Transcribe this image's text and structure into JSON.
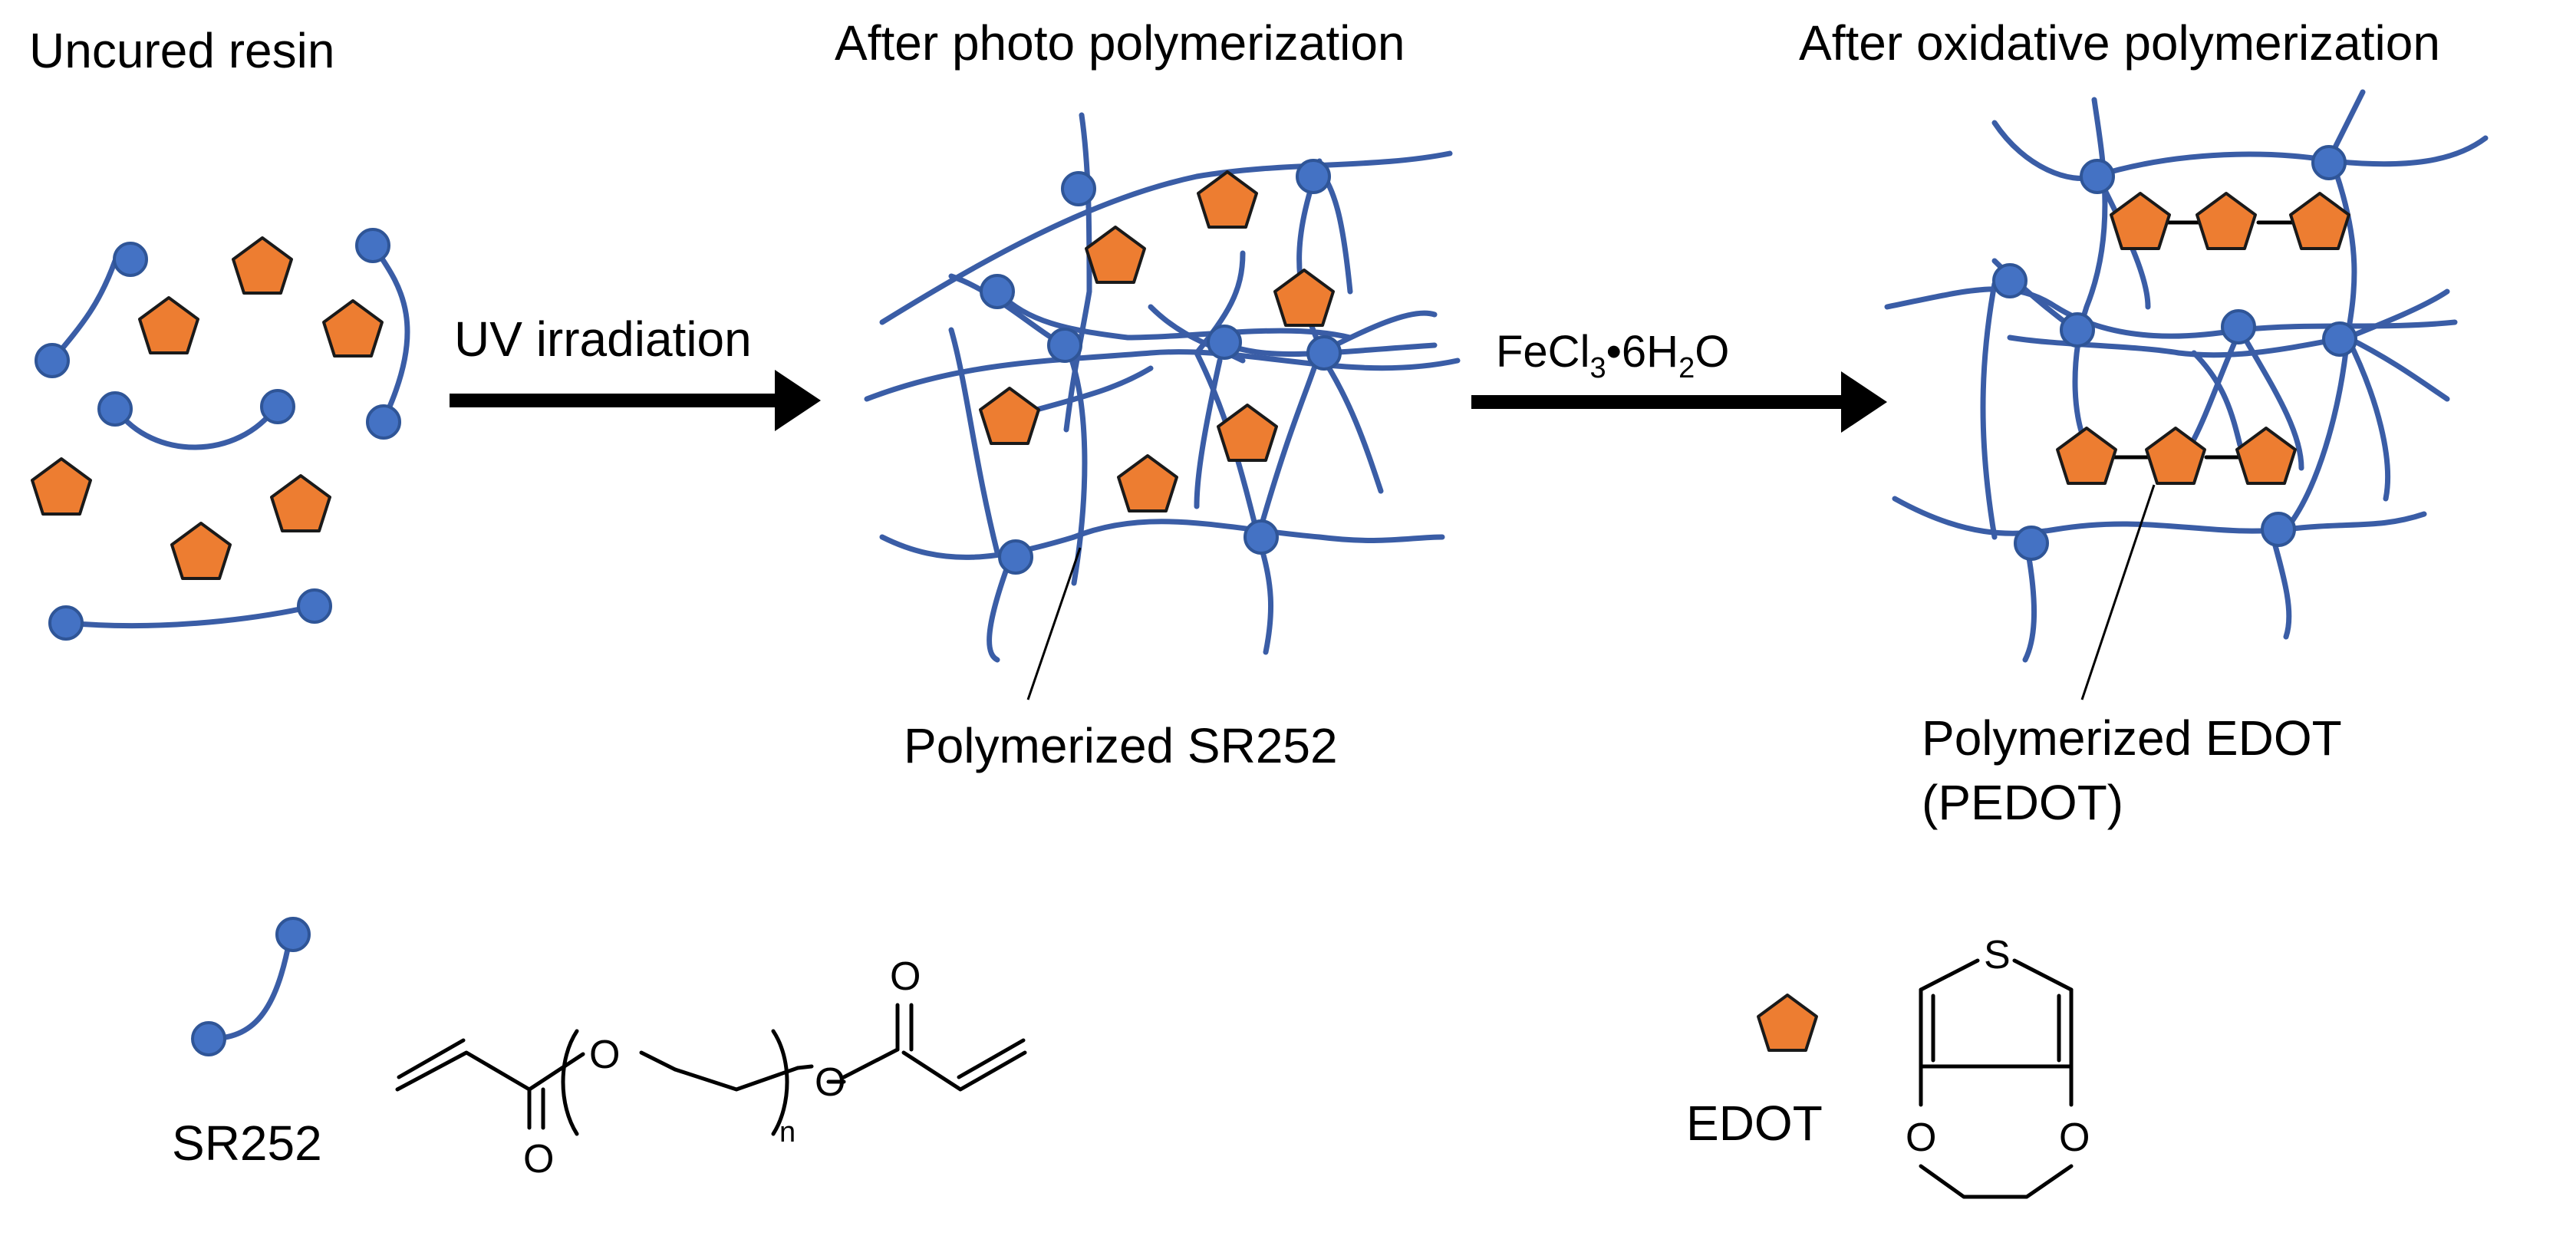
{
  "titles": {
    "uncured": "Uncured resin",
    "photo": "After photo polymerization",
    "oxidative": "After oxidative polymerization"
  },
  "arrows": {
    "uv_label": "UV irradiation",
    "oxidant_main": "FeCl",
    "oxidant_sub1": "3",
    "oxidant_mid": "•6H",
    "oxidant_sub2": "2",
    "oxidant_end": "O"
  },
  "labels": {
    "polymerized_sr252": "Polymerized SR252",
    "polymerized_edot_line1": "Polymerized EDOT",
    "polymerized_edot_line2": "(PEDOT)"
  },
  "legend": {
    "sr252": "SR252",
    "edot": "EDOT"
  },
  "structures": {
    "sr252_oxygen": "O",
    "sr252_repeat_n": "n",
    "edot_sulfur": "S"
  },
  "colors": {
    "fiber": "#3a5da6",
    "bead": "#4472c4",
    "pentagon": "#ed7d31",
    "text": "#000000"
  }
}
